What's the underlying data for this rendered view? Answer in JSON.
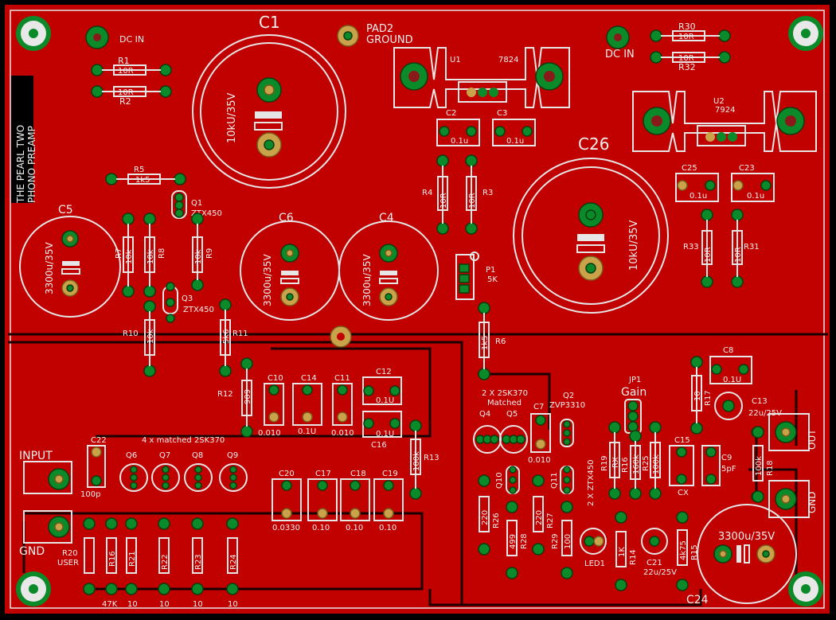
{
  "board": {
    "title_line1": "THE PEARL TWO",
    "title_line2": "PHONO PREAMP",
    "colors": {
      "copper": "#c10000",
      "silk": "#e6e6e6",
      "pad": "#0b8a2a",
      "pad_alt": "#c9a24a",
      "background": "#000000"
    }
  },
  "labels": {
    "c1": "C1",
    "c1_val": "10kU/35V",
    "pad2": "PAD2",
    "ground": "GROUND",
    "dcin_left": "DC IN",
    "dcin_right": "DC IN",
    "r1": "R1",
    "r1_val": "10R",
    "r2": "R2",
    "r2_val": "10R",
    "r30": "R30",
    "r30_val": "10R",
    "r32": "R32",
    "r32_val": "10R",
    "u1": "U1",
    "u1_val": "7824",
    "u2": "U2",
    "u2_val": "7924",
    "c2": "C2",
    "c2_val": "0.1u",
    "c3": "C3",
    "c3_val": "0.1u",
    "c26": "C26",
    "c26_val": "10kU/35V",
    "c25": "C25",
    "c25_val": "0.1u",
    "c23": "C23",
    "c23_val": "0.1u",
    "r4": "R4",
    "r4_val": "10R",
    "r3": "R3",
    "r3_val": "10R",
    "r33": "R33",
    "r33_val": "10R",
    "r31": "R31",
    "r31_val": "10R",
    "r5": "R5",
    "r5_val": "1k5",
    "q1": "Q1",
    "q1_val": "ZTX450",
    "q3": "Q3",
    "q3_val": "ZTX450",
    "c5": "C5",
    "c5_val": "3300u/35V",
    "c6": "C6",
    "c6_val": "3300u/35V",
    "c4": "C4",
    "c4_val": "3300u/35V",
    "r7": "R7",
    "r7_val": "10k",
    "r8": "R8",
    "r8_val": "10k",
    "r9": "R9",
    "r9_val": "10k",
    "r10": "R10",
    "r10_val": "10k",
    "r11": "R11",
    "r11_val": "5k6",
    "p1": "P1",
    "p1_val": "5K",
    "r6": "R6",
    "r6_val": "1k5",
    "r12": "R12",
    "r12_val": "909",
    "c10": "C10",
    "c14": "C14",
    "c11": "C11",
    "c12": "C12",
    "c16": "C16",
    "cap_0010": "0.010",
    "cap_01": "0.1U",
    "cap_0010b": "0.010",
    "cap_01u": "0.1U",
    "q2": "Q2",
    "q2_val": "ZVP3310",
    "matched_2sk370": "2 X 2SK370",
    "matched": "Matched",
    "q4": "Q4",
    "q5": "Q5",
    "c7": "C7",
    "c7_val": "0.010",
    "jp1": "JP1",
    "gain": "Gain",
    "c8": "C8",
    "c8_val": "0.1U",
    "r17": "R17",
    "r17_val": "10",
    "c13": "C13",
    "c13_val": "22u/25V",
    "out": "OUT",
    "gnd_right": "GND",
    "c15": "C15",
    "cx": "CX",
    "c9": "C9",
    "c9_val": "5pF",
    "r18": "R18",
    "r18_val": "100k",
    "r19": "R19",
    "r19_val": "RX",
    "r16": "R16",
    "r16_val": "160k",
    "r25": "R25",
    "r25_val": "100k",
    "input": "INPUT",
    "gnd_left": "GND",
    "c22": "C22",
    "c22_val": "100p",
    "matched_4": "4 x matched 2SK370",
    "q6": "Q6",
    "q7": "Q7",
    "q8": "Q8",
    "q9": "Q9",
    "r13": "R13",
    "r13_val": "100k",
    "c20": "C20",
    "c17": "C17",
    "c18": "C18",
    "c19": "C19",
    "cap_0033": "0.0330",
    "cap_010a": "0.10",
    "cap_010b": "0.10",
    "cap_010c": "0.10",
    "r20": "R20",
    "r20_val": "USER",
    "r16b": "R16",
    "r21": "R21",
    "r22": "R22",
    "r23": "R23",
    "r24": "R24",
    "r_47k": "47K",
    "r_10a": "10",
    "r_10b": "10",
    "r_10c": "10",
    "r_10d": "10",
    "q10": "Q10",
    "q11": "Q11",
    "q11_val": "2 X ZTX450",
    "r26": "R26",
    "r26_val": "220",
    "r27": "R27",
    "r27_val": "220",
    "r28": "R28",
    "r28_val": "499",
    "r29": "R29",
    "r29_val": "100",
    "led1": "LED1",
    "r14": "R14",
    "r14_val": "1K",
    "c21": "C21",
    "c21_val": "22u/25V",
    "r15": "R15",
    "r15_val": "4k75",
    "c24": "C24",
    "c24_val": "3300u/35V"
  }
}
